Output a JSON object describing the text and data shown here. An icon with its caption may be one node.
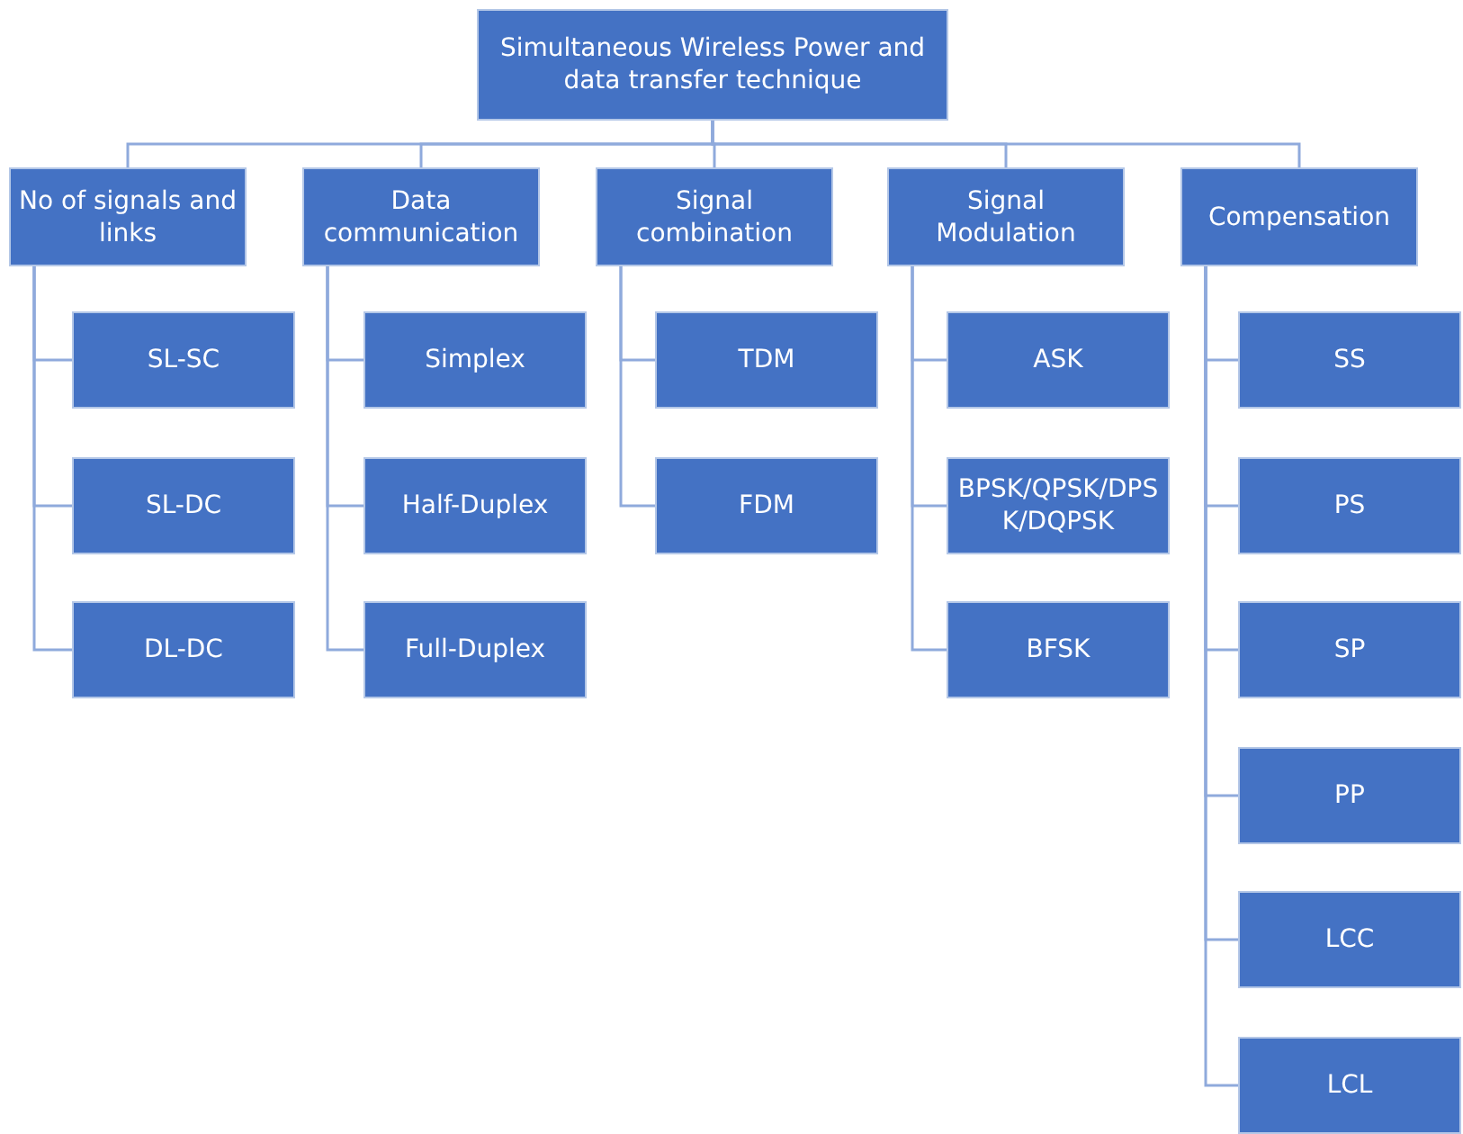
{
  "diagram": {
    "nodes": [
      {
        "text": [
          "Simultaneous Wireless Power and data transfer technique"
        ]
      },
      {
        "text": [
          "No of signals and links"
        ]
      },
      {
        "text": [
          "Data communication"
        ]
      },
      {
        "text": [
          "Signal combination"
        ]
      },
      {
        "text": [
          "Signal Modulation"
        ]
      },
      {
        "text": [
          "Compensation"
        ]
      },
      {
        "text": [
          "SL-SC"
        ]
      },
      {
        "text": [
          "SL-DC"
        ]
      },
      {
        "text": [
          "DL-DC"
        ]
      },
      {
        "text": [
          "Simplex"
        ]
      },
      {
        "text": [
          "Half-Duplex"
        ]
      },
      {
        "text": [
          "Full-Duplex"
        ]
      },
      {
        "text": [
          "TDM"
        ]
      },
      {
        "text": [
          "FDM"
        ]
      },
      {
        "text": [
          "ASK"
        ]
      },
      {
        "text": [
          "BPSK/QPSK/DPSK/DQPSK"
        ]
      },
      {
        "text": [
          "BFSK"
        ]
      },
      {
        "text": [
          "SS"
        ]
      },
      {
        "text": [
          "PS"
        ]
      },
      {
        "text": [
          "SP"
        ]
      },
      {
        "text": [
          "PP"
        ]
      },
      {
        "text": [
          "LCC"
        ]
      },
      {
        "text": [
          "LCL"
        ]
      }
    ],
    "edges": [
      {
        "from": 0,
        "to": 1,
        "arrow": "none"
      },
      {
        "from": 0,
        "to": 2,
        "arrow": "none"
      },
      {
        "from": 0,
        "to": 3,
        "arrow": "none"
      },
      {
        "from": 0,
        "to": 4,
        "arrow": "none"
      },
      {
        "from": 0,
        "to": 5,
        "arrow": "none"
      },
      {
        "from": 1,
        "to": 6,
        "arrow": "none"
      },
      {
        "from": 1,
        "to": 7,
        "arrow": "none"
      },
      {
        "from": 1,
        "to": 8,
        "arrow": "none"
      },
      {
        "from": 2,
        "to": 9,
        "arrow": "none"
      },
      {
        "from": 2,
        "to": 10,
        "arrow": "none"
      },
      {
        "from": 2,
        "to": 11,
        "arrow": "none"
      },
      {
        "from": 3,
        "to": 12,
        "arrow": "none"
      },
      {
        "from": 3,
        "to": 13,
        "arrow": "none"
      },
      {
        "from": 4,
        "to": 14,
        "arrow": "none"
      },
      {
        "from": 4,
        "to": 15,
        "arrow": "none"
      },
      {
        "from": 4,
        "to": 16,
        "arrow": "none"
      },
      {
        "from": 5,
        "to": 17,
        "arrow": "none"
      },
      {
        "from": 5,
        "to": 18,
        "arrow": "none"
      },
      {
        "from": 5,
        "to": 19,
        "arrow": "none"
      },
      {
        "from": 5,
        "to": 20,
        "arrow": "none"
      },
      {
        "from": 5,
        "to": 21,
        "arrow": "none"
      },
      {
        "from": 5,
        "to": 22,
        "arrow": "none"
      }
    ]
  }
}
